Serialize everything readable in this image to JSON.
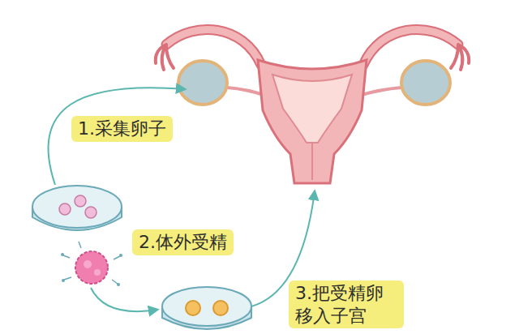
{
  "diagram": {
    "nodes": [
      {
        "text": [
          "1.采集卵子"
        ]
      },
      {
        "text": [
          "2.体外受精"
        ]
      },
      {
        "text": [
          "3.把受精卵 移入子宫"
        ]
      }
    ]
  }
}
